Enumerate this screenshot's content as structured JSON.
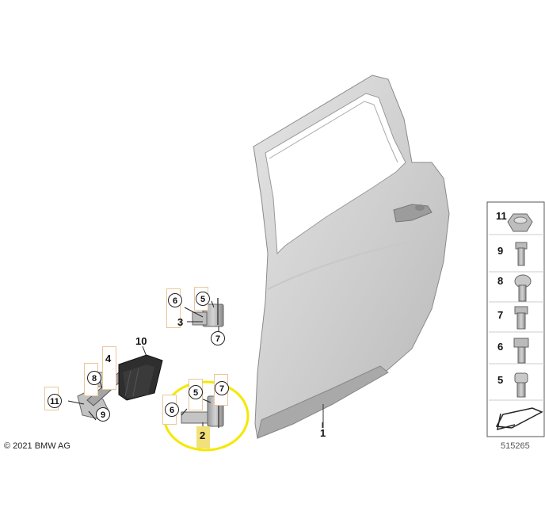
{
  "copyright": "© 2021 BMW AG",
  "diagram_number": "515265",
  "highlight_color": "#f5e800",
  "parts": [
    {
      "id": "1",
      "name": "door"
    },
    {
      "id": "2",
      "name": "lower-hinge"
    },
    {
      "id": "3",
      "name": "upper-hinge"
    },
    {
      "id": "4",
      "name": "door-check"
    },
    {
      "id": "10",
      "name": "door-seal-block"
    }
  ],
  "callouts": {
    "part1": "1",
    "part2": "2",
    "part3": "3",
    "part4": "4",
    "part10": "10",
    "upper_hinge": [
      "6",
      "5",
      "7"
    ],
    "lower_hinge": [
      "6",
      "5",
      "7"
    ],
    "door_check": [
      "8",
      "11",
      "9"
    ]
  },
  "legend": [
    "11",
    "9",
    "8",
    "7",
    "6",
    "5"
  ]
}
